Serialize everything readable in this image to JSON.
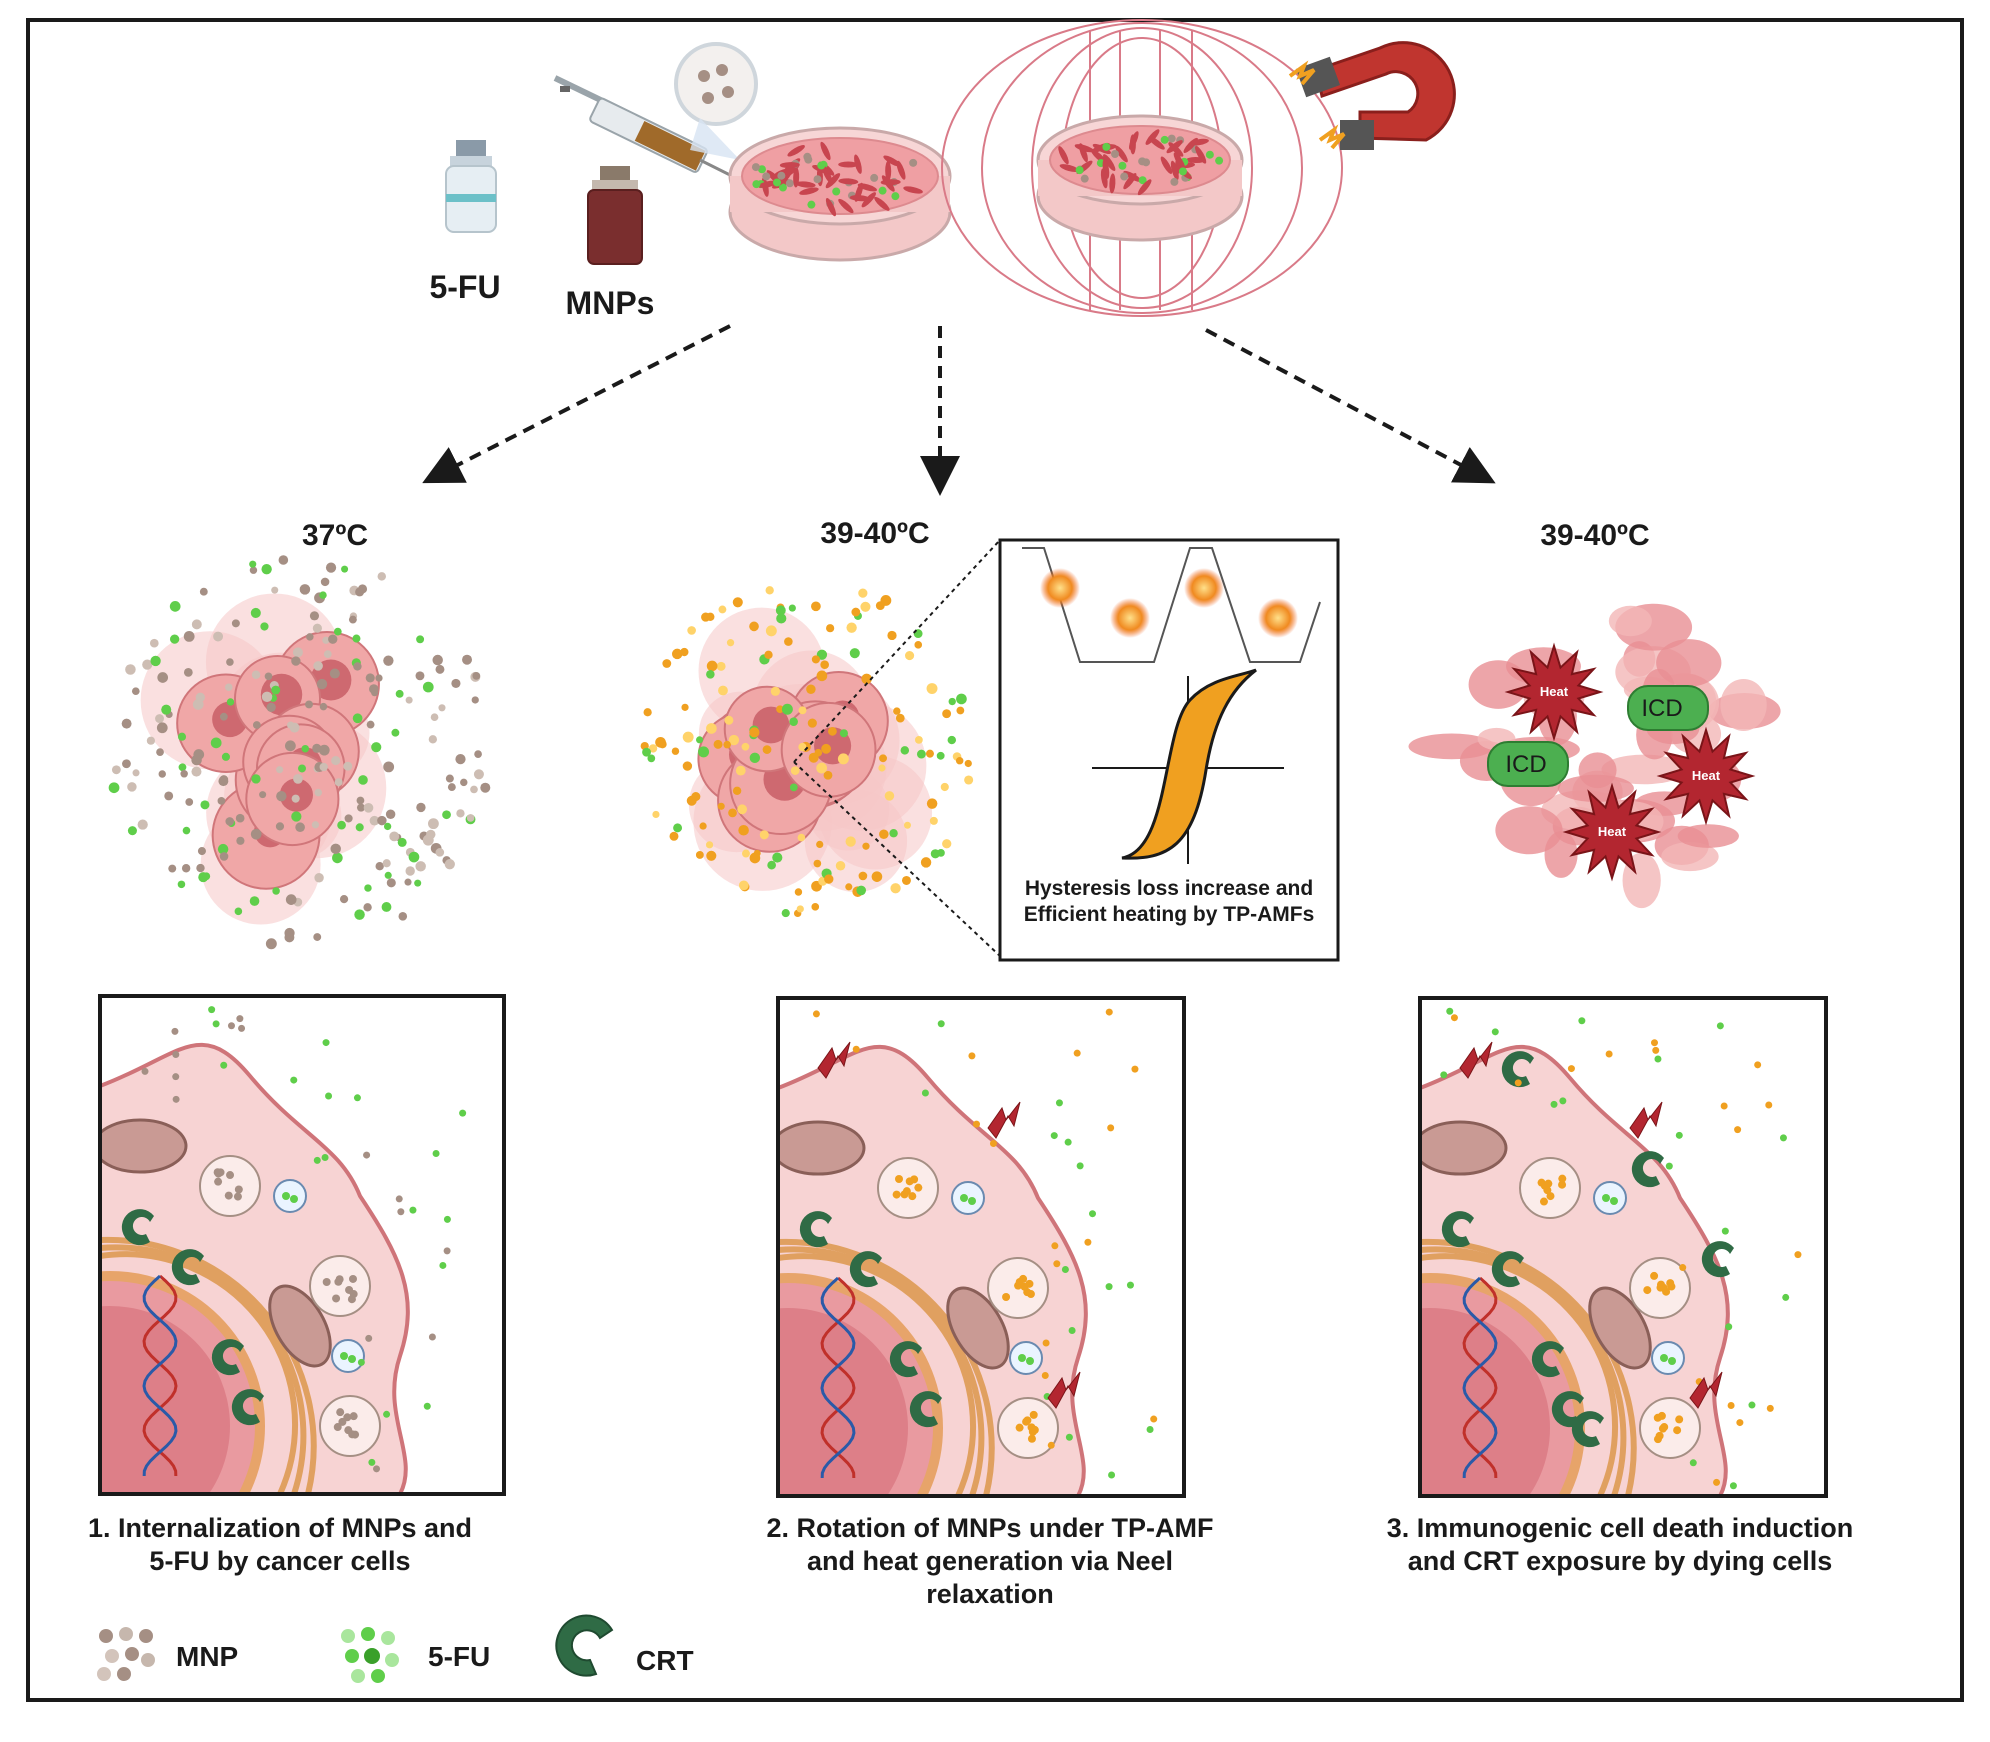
{
  "reagents": {
    "drug_label": "5-FU",
    "nanoparticle_label": "MNPs"
  },
  "temperatures": {
    "left": "37ºC",
    "middle": "39-40ºC",
    "right": "39-40ºC"
  },
  "inset": {
    "caption": "Hysteresis loss increase and Efficient heating by TP-AMFs"
  },
  "tumor_right": {
    "icd_label": "ICD",
    "heat_label": "Heat"
  },
  "steps": [
    {
      "caption_line1": "1.  Internalization of MNPs and",
      "caption_line2": "5-FU by cancer cells",
      "caption_line3": ""
    },
    {
      "caption_line1": "2. Rotation of MNPs under TP-AMF",
      "caption_line2": "and heat generation via Neel",
      "caption_line3": "relaxation"
    },
    {
      "caption_line1": "3. Immunogenic cell death induction",
      "caption_line2": "and CRT exposure by dying cells",
      "caption_line3": ""
    }
  ],
  "legend": [
    {
      "label": "MNP",
      "color": "#a58f84"
    },
    {
      "label": "5-FU",
      "color": "#5fce4a"
    },
    {
      "label": "CRT",
      "color": "#2f6b45"
    }
  ],
  "colors": {
    "cell_pink": "#f0a7a7",
    "cell_dark": "#d0767a",
    "nucleus": "#c85e66",
    "mnp_brown": "#a58f84",
    "fu_green": "#5fce4a",
    "mnp_heated_orange": "#f0a020",
    "crt_green": "#2f6b45",
    "heat_red": "#b32630",
    "icd_green": "#4caf50"
  }
}
